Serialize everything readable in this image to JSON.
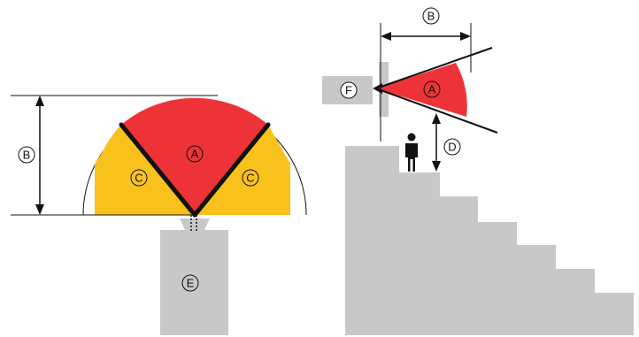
{
  "colors": {
    "danger_zone": "#ee3338",
    "caution_zone": "#f8c11c",
    "structure": "#c8c8c8",
    "line": "#111111",
    "background": "#ffffff"
  },
  "icons": {
    "person": "person-icon",
    "callout": "circled-letter-icon"
  },
  "left_view": {
    "zone_A_label": "A",
    "zone_C_left_label": "C",
    "zone_C_right_label": "C",
    "dimension_B_label": "B",
    "mount_E_label": "E"
  },
  "right_view": {
    "dimension_B_label": "B",
    "zone_A_label": "A",
    "device_F_label": "F",
    "clearance_D_label": "D"
  }
}
